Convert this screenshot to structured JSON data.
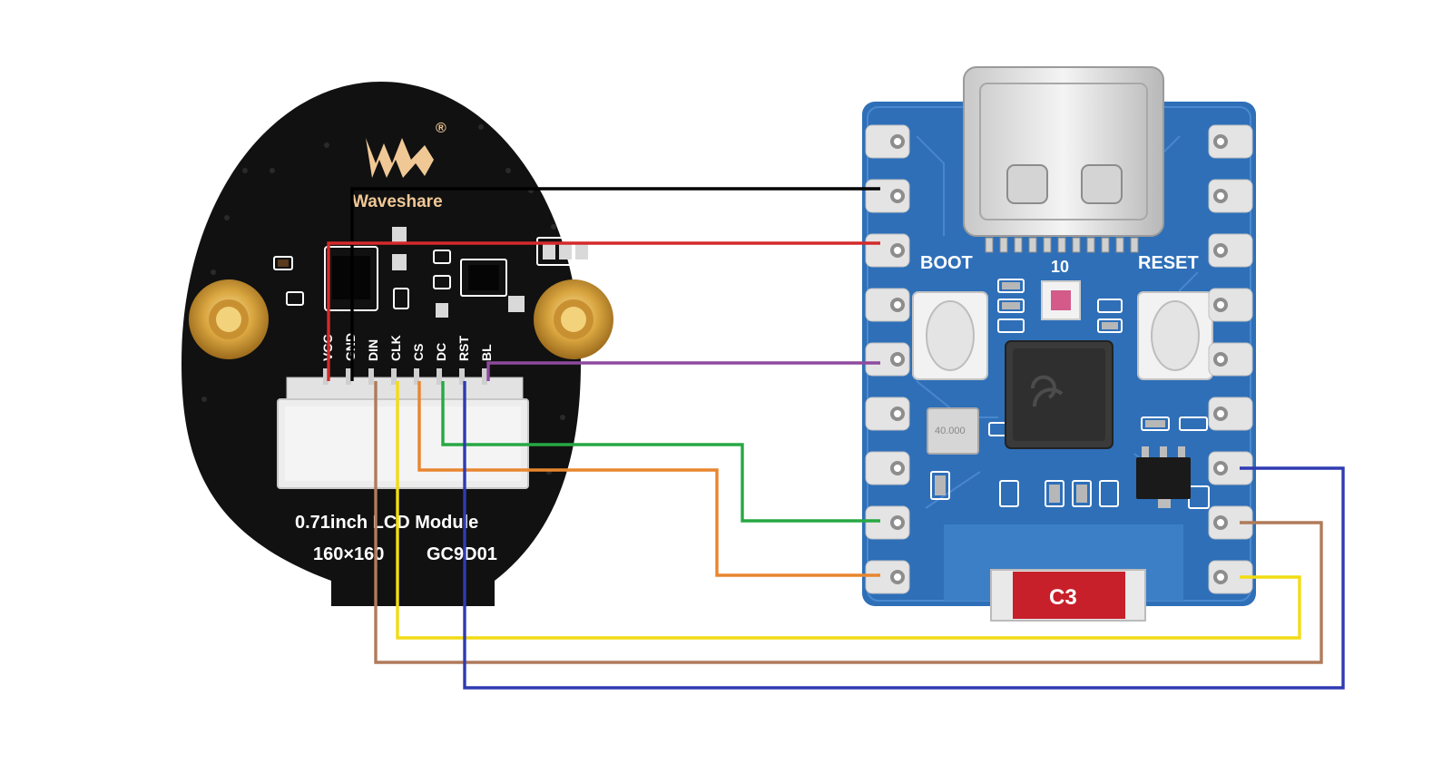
{
  "lcd_module": {
    "brand": "Waveshare",
    "registered_mark": "®",
    "title_line1": "0.71inch LCD Module",
    "title_line2": "160×160",
    "driver": "GC9D01",
    "pins": [
      "VCC",
      "GND",
      "DIN",
      "CLK",
      "CS",
      "DC",
      "RST",
      "BL"
    ]
  },
  "mcu_board": {
    "boot_label": "BOOT",
    "led_label": "10",
    "reset_label": "RESET",
    "crystal_label": "40.000",
    "antenna_label": "C3"
  },
  "wires": [
    {
      "signal": "GND",
      "color": "#000000"
    },
    {
      "signal": "VCC",
      "color": "#d42a2a"
    },
    {
      "signal": "BL",
      "color": "#8e4a9e"
    },
    {
      "signal": "DC",
      "color": "#27a844"
    },
    {
      "signal": "CS",
      "color": "#e8862e"
    },
    {
      "signal": "CLK",
      "color": "#f2dc13"
    },
    {
      "signal": "DIN",
      "color": "#b07a5a"
    },
    {
      "signal": "RST",
      "color": "#2f3bb2"
    }
  ]
}
